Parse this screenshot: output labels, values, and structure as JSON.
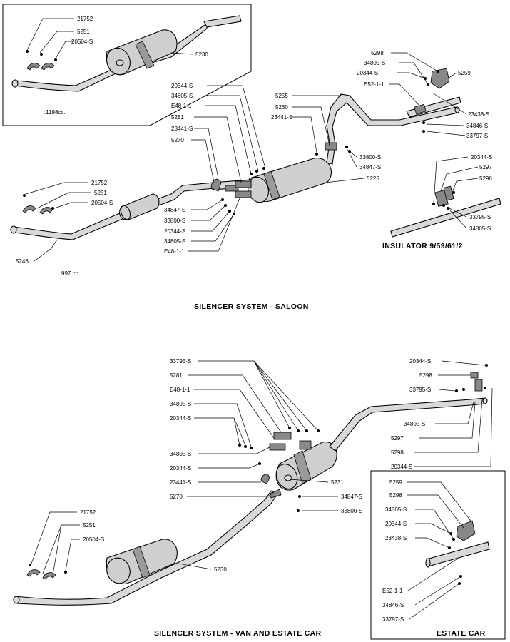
{
  "captions": {
    "saloon": "SILENCER SYSTEM - SALOON",
    "van": "SILENCER SYSTEM - VAN AND ESTATE CAR",
    "insulator": "INSULATOR  9/59/61/2",
    "estate": "ESTATE CAR",
    "cc1198": ":1198cc.",
    "cc997": "997 cc."
  },
  "saloon_inset": [
    "21752",
    "5251",
    "20504-S",
    "5230"
  ],
  "saloon_left": [
    "21752",
    "5251",
    "20504-S",
    "5246"
  ],
  "saloon_center_left": [
    "20344-S",
    "34805-S",
    "E48-1-1",
    "5281",
    "23441-S",
    "5270"
  ],
  "saloon_center_lower": [
    "34847-S",
    "33800-S",
    "20344-S",
    "34805-S",
    "E48-1-1"
  ],
  "saloon_center_right": [
    "5255",
    "5260",
    "23441-S",
    "33800-S",
    "34847-S",
    "5225"
  ],
  "saloon_right_top": [
    "5298",
    "34805-S",
    "20344-S",
    "E52-1-1",
    "5259",
    "23438-S",
    "34846-S",
    "33797-S"
  ],
  "saloon_insulator": [
    "20344-S",
    "5297",
    "5298",
    "33795-S",
    "34805-S"
  ],
  "van_left_cluster": [
    "33795-S",
    "5281",
    "E48-1-1",
    "34805-S",
    "20344-S",
    "34805-S",
    "20344-S",
    "23441-S",
    "5270"
  ],
  "van_mid_right": [
    "5231",
    "34847-S",
    "33800-S"
  ],
  "van_right_cluster": [
    "20344-S",
    "5298",
    "33795-S",
    "34805-S",
    "5297",
    "5298",
    "20344-S"
  ],
  "van_left_lower": [
    "21752",
    "5251",
    "20504-S.",
    "5230"
  ],
  "van_estate_box": [
    "5259",
    "5298",
    "34805-S",
    "20344-S",
    "23438-S",
    "E52-1-1",
    "34846-S",
    "33797-S"
  ]
}
